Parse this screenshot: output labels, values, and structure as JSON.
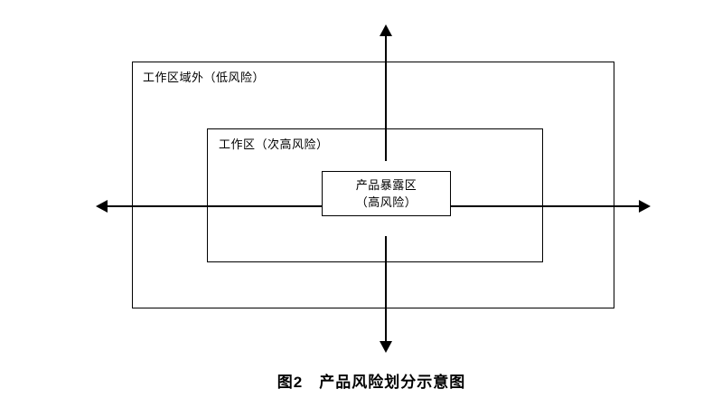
{
  "caption": "图2　产品风险划分示意图",
  "zones": {
    "outer": {
      "label": "工作区域外（低风险）"
    },
    "middle": {
      "label": "工作区（次高风险）"
    },
    "inner": {
      "line1": "产品暴露区",
      "line2": "（高风险）"
    }
  },
  "icons": {
    "arrow_up": "up-arrowhead",
    "arrow_down": "down-arrowhead",
    "arrow_left": "left-arrowhead",
    "arrow_right": "right-arrowhead"
  },
  "colors": {
    "line": "#000000",
    "text": "#000000",
    "background": "#ffffff"
  }
}
